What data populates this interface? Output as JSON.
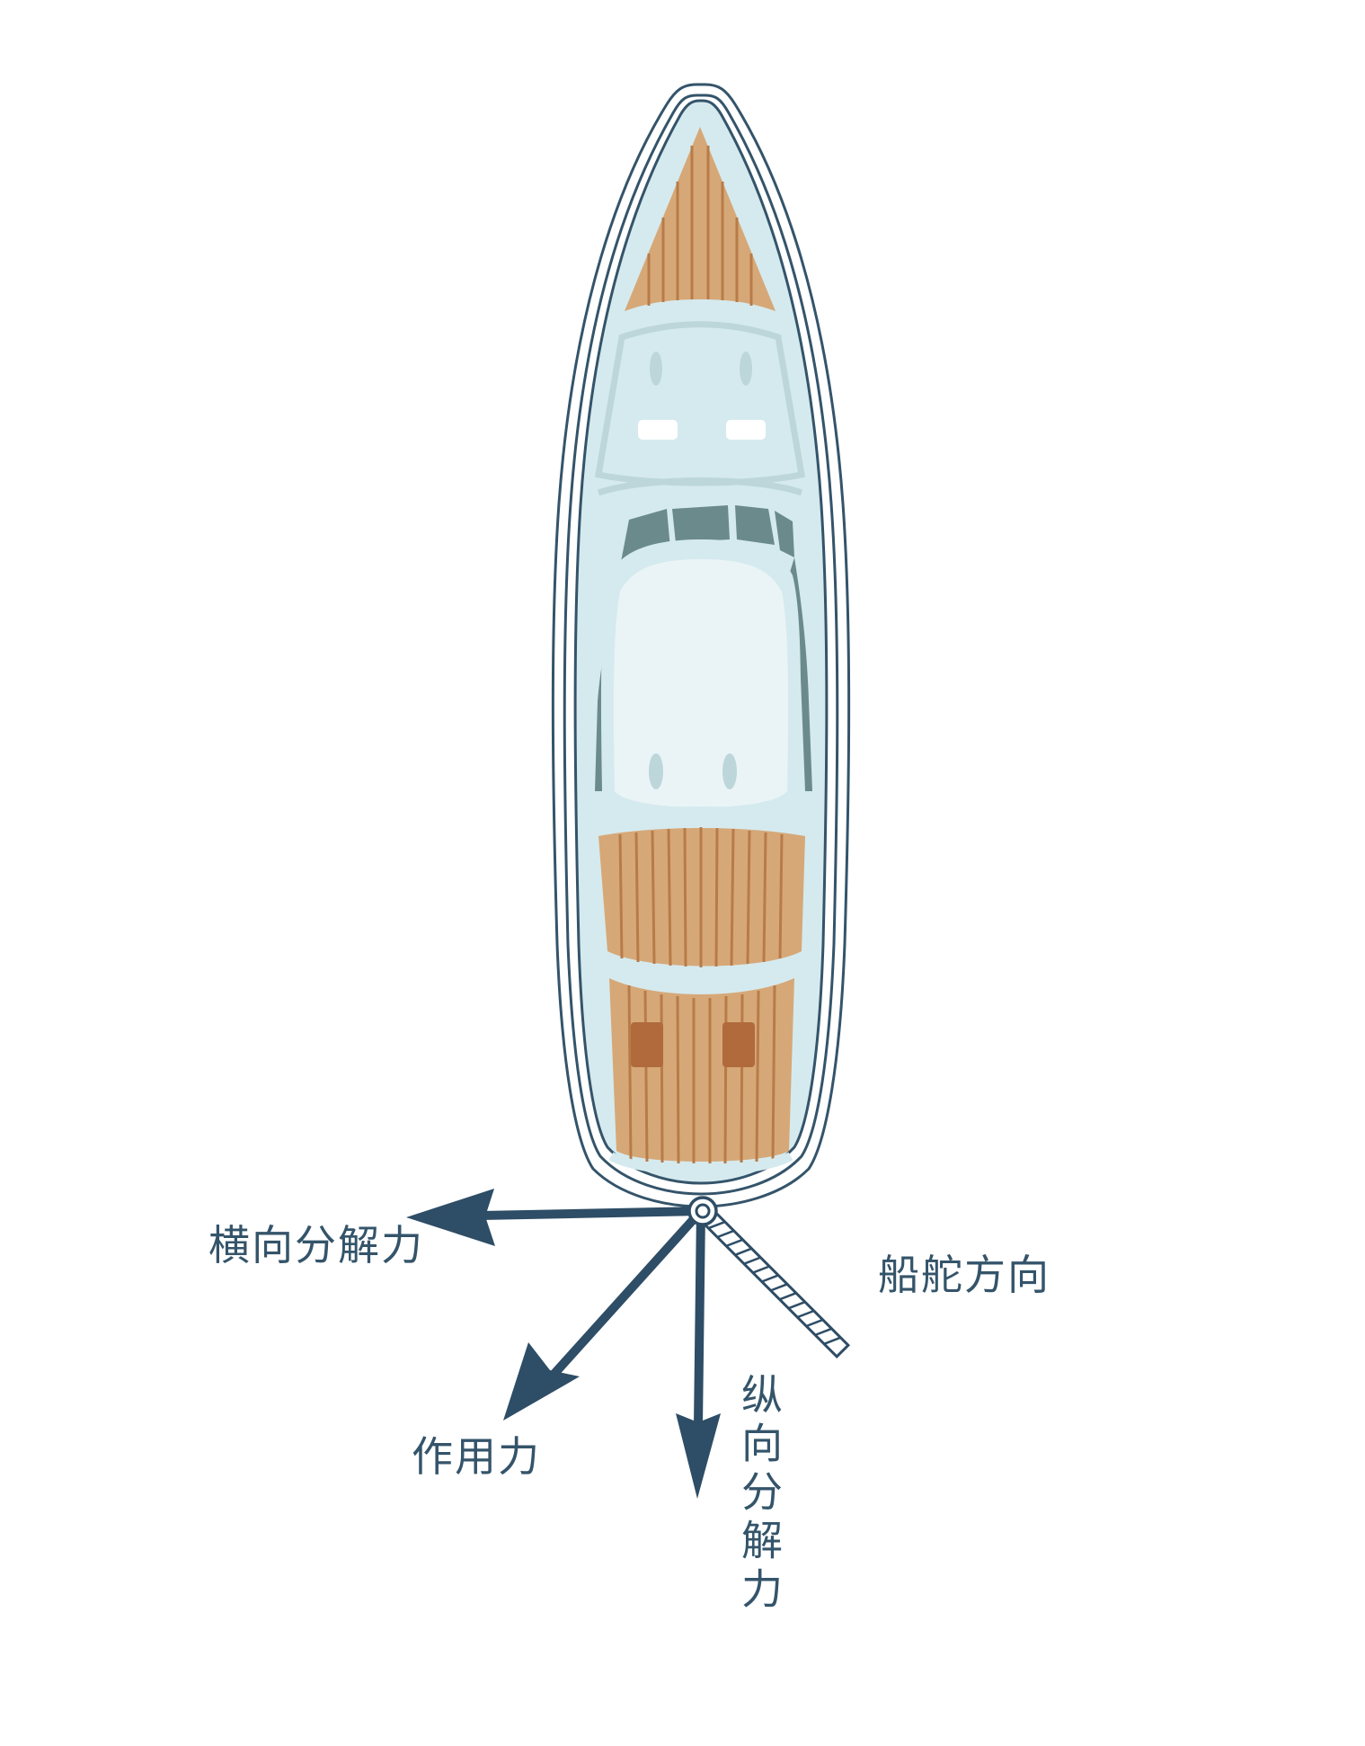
{
  "labels": {
    "lateral_force": "横向分解力",
    "rudder_direction": "船舵方向",
    "applied_force": "作用力",
    "longitudinal_force": "纵向分解力"
  },
  "colors": {
    "arrow": "#2e4d66",
    "hull_outline": "#34546a",
    "hull_fill": "#d5eaee",
    "deck_wood": "#d6a878",
    "deck_plank_line": "#b87b48",
    "cabin_window": "#6b8a8c",
    "cabin_roof": "#eaf4f6",
    "windshield_frame": "#bcd6da",
    "hatch": "#b06a3c",
    "text": "#34546a"
  },
  "icons": {
    "rudder_pivot": "pivot-circle-icon",
    "rudder": "hatched-rudder-icon"
  }
}
